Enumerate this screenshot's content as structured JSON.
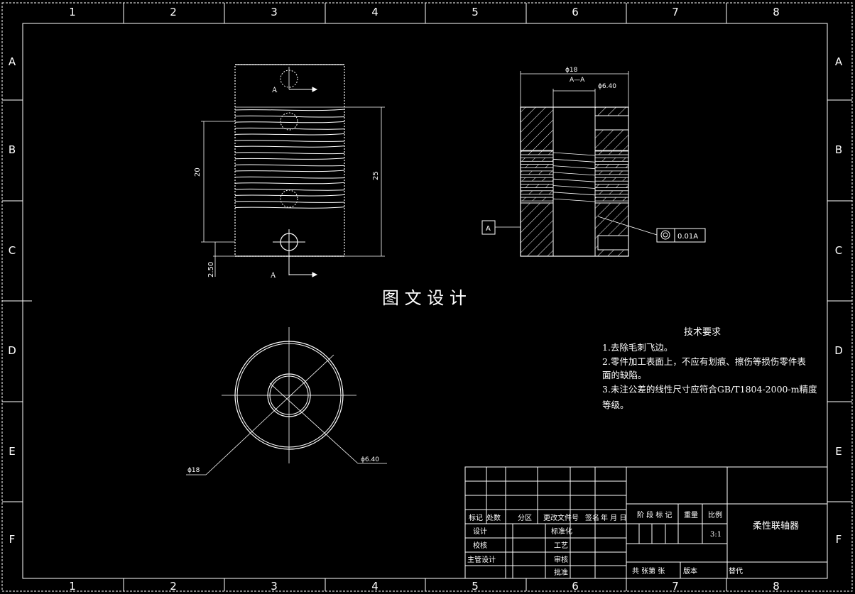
{
  "frame": {
    "columns": [
      "1",
      "2",
      "3",
      "4",
      "5",
      "6",
      "7",
      "8"
    ],
    "rows": [
      "A",
      "B",
      "C",
      "D",
      "E",
      "F"
    ]
  },
  "front_view": {
    "section_mark_top": "A",
    "section_mark_bottom": "A",
    "dim_height_inner": "20",
    "dim_height_total": "25",
    "dim_offset": "2.50"
  },
  "section_view": {
    "title": "A—A",
    "dim_outer_dia": "ϕ18",
    "dim_bore_dia": "ϕ6.40",
    "datum_label": "A",
    "tolerance_value": "0.01A"
  },
  "watermark": "图 文 设 计",
  "end_view": {
    "dim_outer_dia": "ϕ18",
    "dim_bore_dia": "ϕ6.40"
  },
  "tech_requirements": {
    "title": "技术要求",
    "lines": [
      "1.去除毛刺飞边。",
      "2.零件加工表面上，不应有划痕、擦伤等损伤零件表",
      "面的缺陷。",
      "3.未注公差的线性尺寸应符合GB/T1804-2000-m精度",
      "等级。"
    ]
  },
  "title_block": {
    "header_labels": [
      "标记",
      "处数",
      "分区",
      "更改文件号",
      "签名",
      "年 月 日"
    ],
    "row_labels": [
      "设计",
      "校核",
      "主管设计"
    ],
    "mid_labels": [
      "标准化",
      "工艺",
      "审核",
      "批准"
    ],
    "stage_labels": "阶 段 标 记",
    "weight_label": "重量",
    "scale_label": "比例",
    "scale_value": "3:1",
    "part_name": "柔性联轴器",
    "sheet_info": "共   张第   张",
    "version_label": "版本",
    "replace_label": "替代"
  }
}
